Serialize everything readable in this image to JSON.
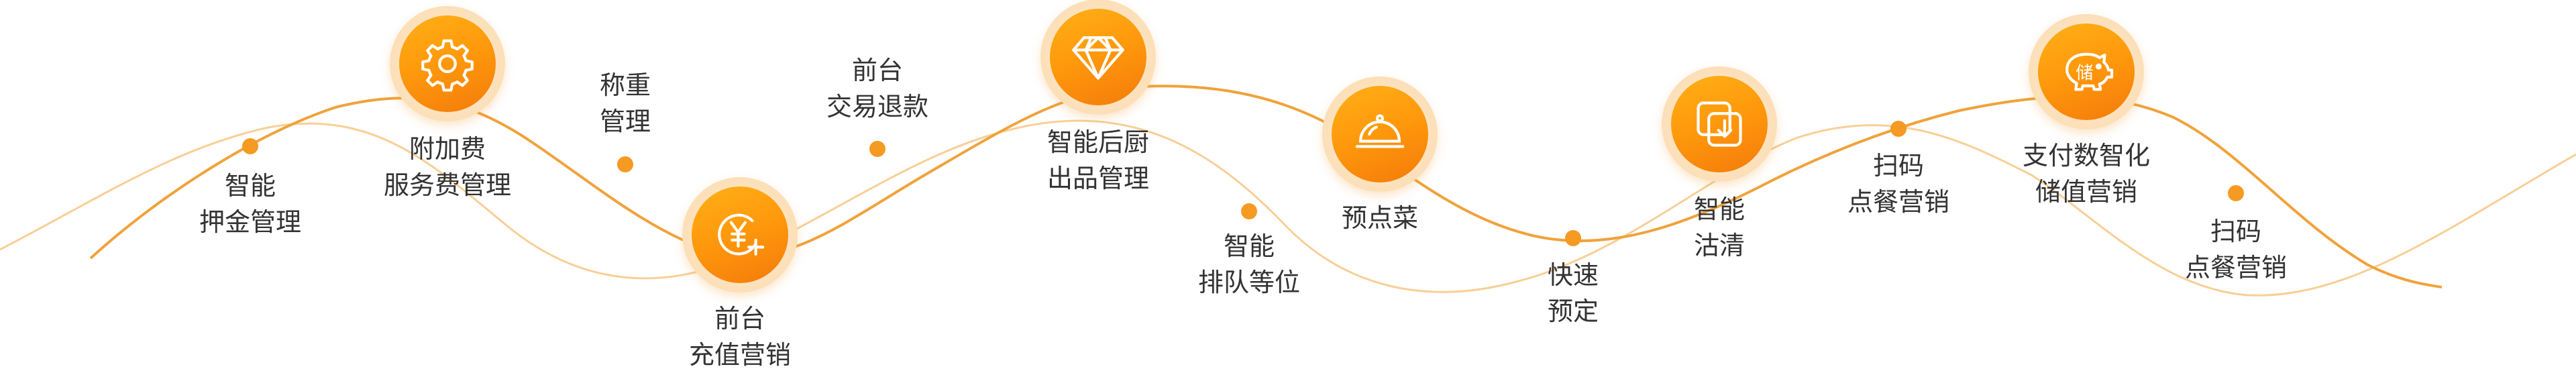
{
  "colors": {
    "accent": "#ff9a0c",
    "accent_dark": "#f47b0a",
    "curve_main": "#f0a23a",
    "curve_light": "#f8c98a",
    "text": "#333333"
  },
  "features": [
    {
      "id": "deposit",
      "icon": "none",
      "lines": [
        "智能",
        "押金管理"
      ]
    },
    {
      "id": "surcharge",
      "icon": "gear-icon",
      "lines": [
        "附加费",
        "服务费管理"
      ]
    },
    {
      "id": "weighing",
      "icon": "none",
      "lines": [
        "称重",
        "管理"
      ]
    },
    {
      "id": "recharge",
      "icon": "yen-plus-icon",
      "lines": [
        "前台",
        "充值营销"
      ]
    },
    {
      "id": "refund",
      "icon": "none",
      "lines": [
        "前台",
        "交易退款"
      ]
    },
    {
      "id": "kitchen",
      "icon": "diamond-icon",
      "lines": [
        "智能后厨",
        "出品管理"
      ]
    },
    {
      "id": "queue",
      "icon": "none",
      "lines": [
        "智能",
        "排队等位"
      ]
    },
    {
      "id": "preorder",
      "icon": "cloche-icon",
      "lines": [
        "预点菜"
      ]
    },
    {
      "id": "reserve",
      "icon": "none",
      "lines": [
        "快速",
        "预定"
      ]
    },
    {
      "id": "clear",
      "icon": "clear-icon",
      "lines": [
        "智能",
        "沽清"
      ]
    },
    {
      "id": "scan1",
      "icon": "none",
      "lines": [
        "扫码",
        "点餐营销"
      ]
    },
    {
      "id": "stored",
      "icon": "piggy-bank-icon",
      "lines": [
        "支付数智化",
        "储值营销"
      ],
      "icon_text": "储"
    },
    {
      "id": "scan2",
      "icon": "none",
      "lines": [
        "扫码",
        "点餐营销"
      ]
    }
  ]
}
